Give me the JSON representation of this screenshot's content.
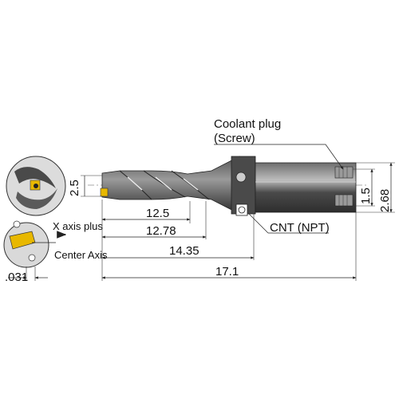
{
  "labels": {
    "coolant_plug": "Coolant plug",
    "screw": "(Screw)",
    "cnt_npt": "CNT  (NPT)",
    "x_axis_plus": "X axis plus",
    "center_axis": "Center Axis"
  },
  "dimensions": {
    "d_2_5": "2.5",
    "d_12_5": "12.5",
    "d_12_78": "12.78",
    "d_14_35": "14.35",
    "d_17_1": "17.1",
    "d_1_5": "1.5",
    "d_2_68": "2.68",
    "d_031": ".031"
  },
  "colors": {
    "body_dark": "#3a3a3a",
    "shank_mid": "#5a5a5a",
    "shank_light": "#8c8c8c",
    "insert_yellow": "#e8b800",
    "line": "#222222",
    "circle_fill": "#d9d9d9"
  },
  "icons": {
    "arrow": "arrow-right-icon"
  }
}
